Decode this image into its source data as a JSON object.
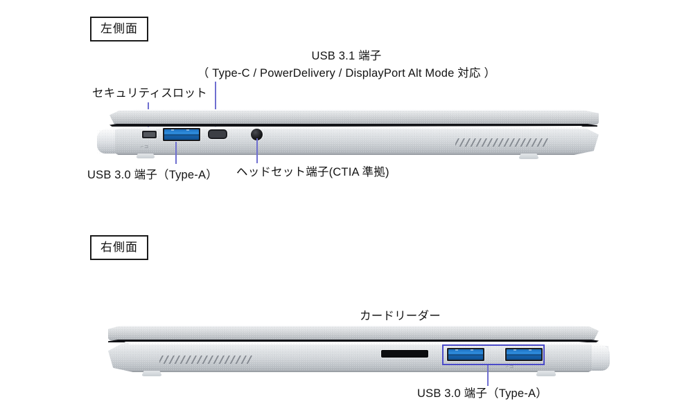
{
  "page": {
    "background_color": "#ffffff",
    "leader_line_color": "#6f6fd0",
    "highlight_box_color": "#4a4ac8",
    "usb3_port_color": "#2f8ede"
  },
  "sections": [
    {
      "id": "left-side",
      "tag_label": "左側面",
      "callouts": [
        {
          "id": "security-slot",
          "text": "セキュリティスロット"
        },
        {
          "id": "usb31-title",
          "text": "USB 3.1 端子"
        },
        {
          "id": "usb31-subtitle",
          "text": "（ Type-C / PowerDelivery / DisplayPort Alt Mode 対応 ）"
        },
        {
          "id": "usb30-type-a",
          "text": "USB 3.0 端子（Type-A）"
        },
        {
          "id": "headset-jack",
          "text": "ヘッドセット端子(CTIA 準拠)"
        }
      ],
      "ports": [
        {
          "id": "security-slot-port",
          "type": "lock-slot"
        },
        {
          "id": "usb-a-port",
          "type": "usb-a"
        },
        {
          "id": "usb-c-port",
          "type": "usb-c"
        },
        {
          "id": "headset-jack-port",
          "type": "audio-jack"
        }
      ],
      "marking": "⌐⊐"
    },
    {
      "id": "right-side",
      "tag_label": "右側面",
      "callouts": [
        {
          "id": "card-reader",
          "text": "カードリーダー"
        },
        {
          "id": "usb30-type-a",
          "text": "USB 3.0 端子（Type-A）"
        }
      ],
      "ports": [
        {
          "id": "card-reader-port",
          "type": "card-reader"
        },
        {
          "id": "usb-a-port-1",
          "type": "usb-a"
        },
        {
          "id": "usb-a-port-2",
          "type": "usb-a"
        }
      ],
      "marking": "⌐⊐"
    }
  ]
}
